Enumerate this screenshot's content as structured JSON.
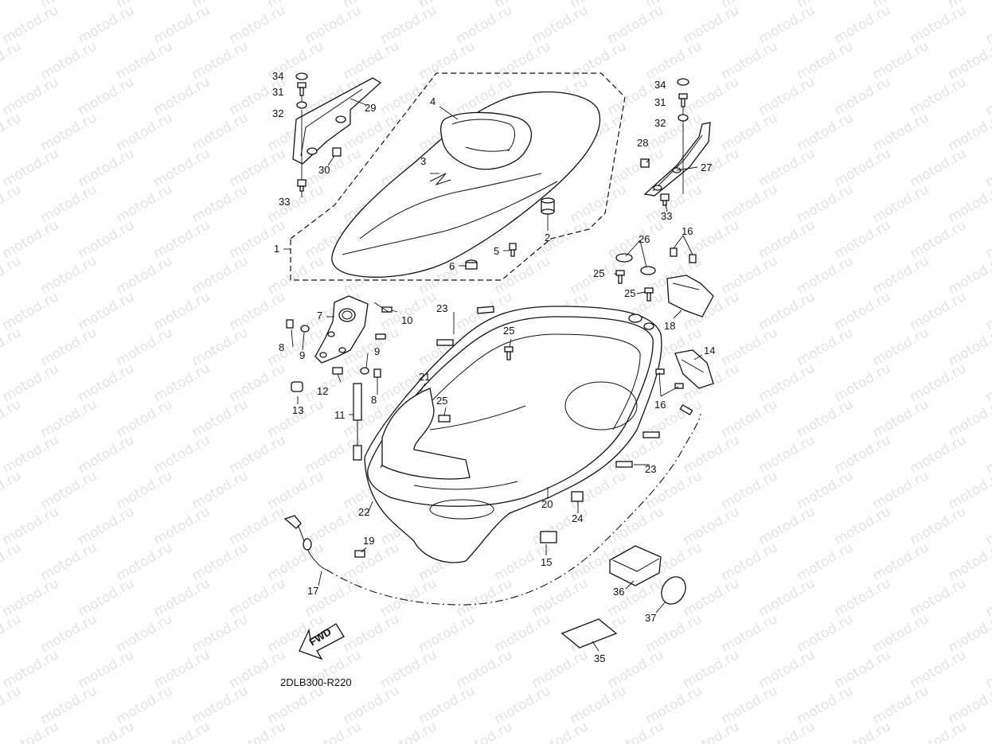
{
  "watermark": "motod.ru",
  "diagram_code": "2DLB300-R220",
  "fwd_label": "FWD",
  "callouts": [
    {
      "id": "c1",
      "text": "1"
    },
    {
      "id": "c2",
      "text": "2"
    },
    {
      "id": "c3",
      "text": "3"
    },
    {
      "id": "c4",
      "text": "4"
    },
    {
      "id": "c5",
      "text": "5"
    },
    {
      "id": "c6",
      "text": "6"
    },
    {
      "id": "c7",
      "text": "7"
    },
    {
      "id": "c8a",
      "text": "8"
    },
    {
      "id": "c8b",
      "text": "8"
    },
    {
      "id": "c9a",
      "text": "9"
    },
    {
      "id": "c9b",
      "text": "9"
    },
    {
      "id": "c10",
      "text": "10"
    },
    {
      "id": "c11",
      "text": "11"
    },
    {
      "id": "c12",
      "text": "12"
    },
    {
      "id": "c13",
      "text": "13"
    },
    {
      "id": "c14",
      "text": "14"
    },
    {
      "id": "c15",
      "text": "15"
    },
    {
      "id": "c16a",
      "text": "16"
    },
    {
      "id": "c16b",
      "text": "16"
    },
    {
      "id": "c17",
      "text": "17"
    },
    {
      "id": "c18",
      "text": "18"
    },
    {
      "id": "c19",
      "text": "19"
    },
    {
      "id": "c20",
      "text": "20"
    },
    {
      "id": "c21",
      "text": "21"
    },
    {
      "id": "c22",
      "text": "22"
    },
    {
      "id": "c23a",
      "text": "23"
    },
    {
      "id": "c23b",
      "text": "23"
    },
    {
      "id": "c24",
      "text": "24"
    },
    {
      "id": "c25a",
      "text": "25"
    },
    {
      "id": "c25b",
      "text": "25"
    },
    {
      "id": "c25c",
      "text": "25"
    },
    {
      "id": "c25d",
      "text": "25"
    },
    {
      "id": "c26",
      "text": "26"
    },
    {
      "id": "c27",
      "text": "27"
    },
    {
      "id": "c28",
      "text": "28"
    },
    {
      "id": "c29",
      "text": "29"
    },
    {
      "id": "c30",
      "text": "30"
    },
    {
      "id": "c31a",
      "text": "31"
    },
    {
      "id": "c31b",
      "text": "31"
    },
    {
      "id": "c32a",
      "text": "32"
    },
    {
      "id": "c32b",
      "text": "32"
    },
    {
      "id": "c33a",
      "text": "33"
    },
    {
      "id": "c33b",
      "text": "33"
    },
    {
      "id": "c34a",
      "text": "34"
    },
    {
      "id": "c34b",
      "text": "34"
    },
    {
      "id": "c35",
      "text": "35"
    },
    {
      "id": "c36",
      "text": "36"
    },
    {
      "id": "c37",
      "text": "37"
    }
  ]
}
